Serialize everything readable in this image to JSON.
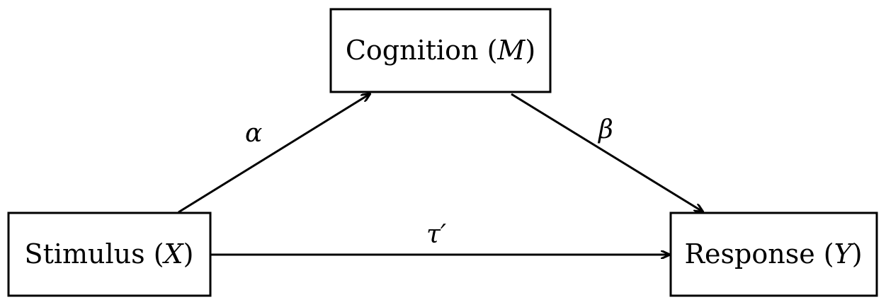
{
  "nodes": {
    "mediator": {
      "name": "Cognition",
      "variable": "M"
    },
    "predictor": {
      "name": "Stimulus",
      "variable": "X"
    },
    "outcome": {
      "name": "Response",
      "variable": "Y"
    }
  },
  "edges": {
    "a_path": {
      "label": "α"
    },
    "b_path": {
      "label": "β"
    },
    "direct_path": {
      "label": "τ′"
    }
  },
  "colors": {
    "stroke": "#000000",
    "background": "#ffffff"
  }
}
